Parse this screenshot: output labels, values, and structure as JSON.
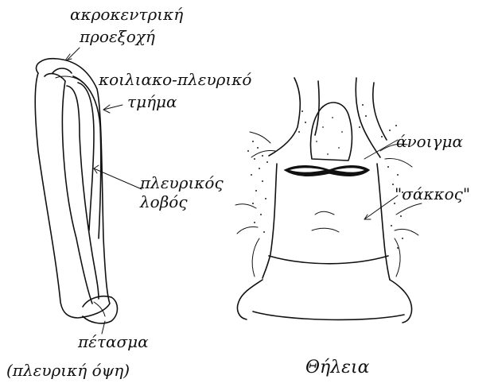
{
  "left_figure": {
    "label_apical_projection_line1": "ακροκεντρική",
    "label_apical_projection_line2": "προεξοχή",
    "label_ventrolateral_line1": "κοιλιακο-πλευρικό",
    "label_ventrolateral_line2": "τμήμα",
    "label_lateral_lobe_line1": "πλευρικός",
    "label_lateral_lobe_line2": "λοβός",
    "label_velum": "πέτασμα",
    "caption": "(πλευρική όψη)"
  },
  "right_figure": {
    "label_opening": "άνοιγμα",
    "label_sac": "\"σάκκος\"",
    "caption": "Θήλεια"
  },
  "ink_color": "#111111"
}
